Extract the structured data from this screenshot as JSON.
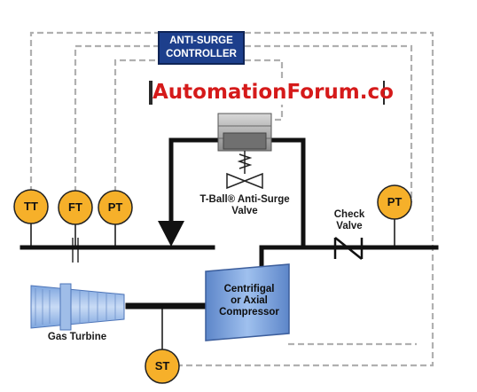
{
  "controller": {
    "line1": "ANTI-SURGE",
    "line2": "CONTROLLER"
  },
  "banner": {
    "text": "AutomationForum.co"
  },
  "valve": {
    "label_line1": "T-Ball® Anti-Surge",
    "label_line2": "Valve"
  },
  "check_valve": {
    "label_line1": "Check",
    "label_line2": "Valve"
  },
  "compressor": {
    "line1": "Centrifigal",
    "line2": "or Axial",
    "line3": "Compressor"
  },
  "turbine": {
    "label": "Gas Turbine"
  },
  "instruments": {
    "tt": "TT",
    "ft": "FT",
    "pt_inlet": "PT",
    "pt_outlet": "PT",
    "st": "ST"
  },
  "colors": {
    "controller_bg": "#1d3f8c",
    "banner_text": "#d51a1a",
    "instrument_fill": "#f6b02a",
    "compressor_fill": "#7ea6df",
    "signal_line": "#b0b0b0",
    "pipe": "#111111"
  },
  "icons": {
    "valve_actuator": "actuator-icon",
    "valve_body": "ball-valve-icon",
    "check_valve": "check-valve-icon",
    "flow_arrow": "flow-arrow-icon"
  }
}
